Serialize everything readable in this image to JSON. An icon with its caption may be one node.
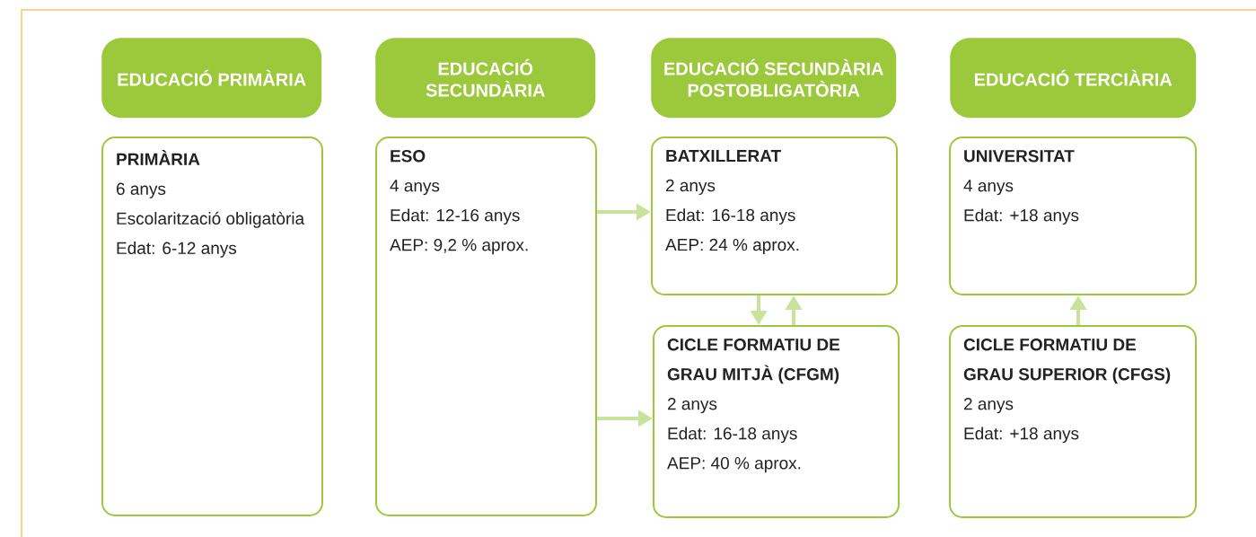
{
  "diagram": {
    "nodes": [
      {
        "text": [
          "EDUCACIÓ PRIMÀRIA"
        ]
      },
      {
        "text": [
          "EDUCACIÓ SECUNDÀRIA"
        ]
      },
      {
        "text": [
          "EDUCACIÓ SECUNDÀRIA POSTOBLIGATÒRIA"
        ]
      },
      {
        "text": [
          "EDUCACIÓ TERCIÀRIA"
        ]
      },
      {
        "text": [
          "PRIMÀRIA",
          "6 anys",
          "Escolarització obligatòria",
          "Edat: 6-12 anys"
        ]
      },
      {
        "text": [
          "ESO",
          "4 anys",
          "Edat: 12-16 anys",
          "AEP: 9,2 % aprox."
        ]
      },
      {
        "text": [
          "BATXILLERAT",
          "2 anys",
          "Edat: 16-18 anys",
          "AEP: 24 % aprox."
        ]
      },
      {
        "text": [
          "CICLE FORMATIU DE GRAU MITJÀ (CFGM)",
          "2 anys",
          "Edat: 16-18 anys",
          "AEP: 40 % aprox."
        ]
      },
      {
        "text": [
          "UNIVERSITAT",
          "4 anys",
          "Edat: +18 anys"
        ]
      },
      {
        "text": [
          "CICLE FORMATIU DE GRAU SUPERIOR (CFGS)",
          "2 anys",
          "Edat: +18 anys"
        ]
      }
    ],
    "edges": [
      {
        "from": 5,
        "to": 6,
        "arrow": "to"
      },
      {
        "from": 5,
        "to": 7,
        "arrow": "to"
      },
      {
        "from": 6,
        "to": 7,
        "arrow": "to"
      },
      {
        "from": 7,
        "to": 6,
        "arrow": "to"
      },
      {
        "from": 9,
        "to": 8,
        "arrow": "to"
      }
    ]
  }
}
